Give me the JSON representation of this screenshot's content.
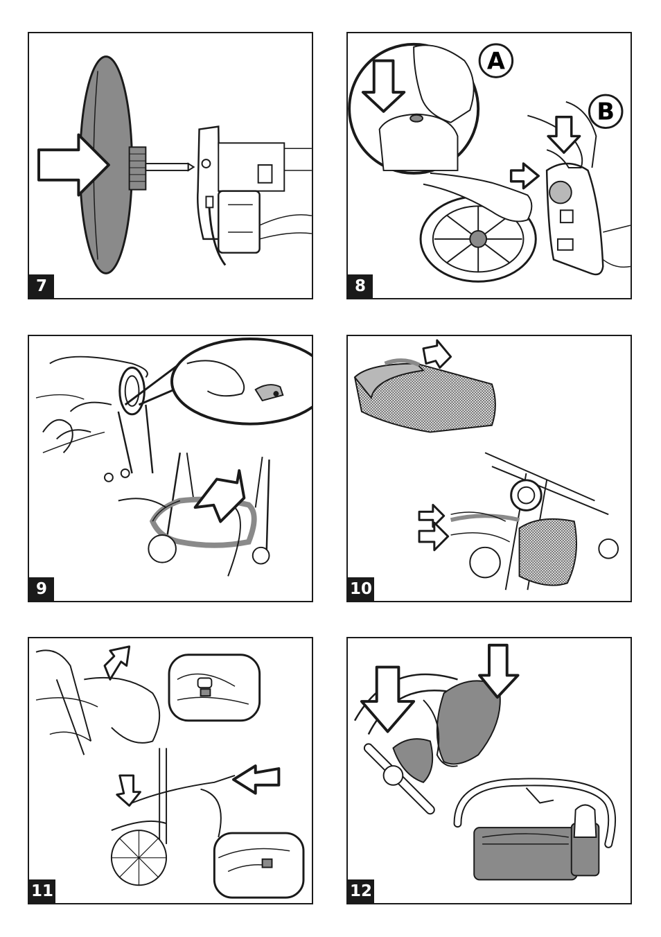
{
  "steps": [
    {
      "number": "7"
    },
    {
      "number": "8",
      "labels": [
        "A",
        "B"
      ]
    },
    {
      "number": "9"
    },
    {
      "number": "10"
    },
    {
      "number": "11"
    },
    {
      "number": "12"
    }
  ],
  "colors": {
    "ink": "#1a1a1a",
    "fill_grey": "#8a8a8a",
    "light_grey": "#b8b8b8",
    "mesh": "#6a6a6a"
  }
}
